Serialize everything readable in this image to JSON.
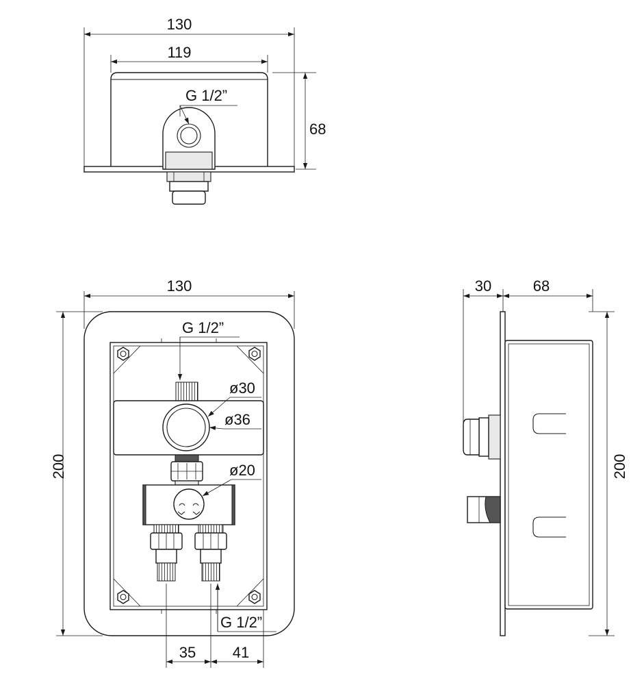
{
  "top_view": {
    "width_outer": "130",
    "width_inner": "119",
    "depth": "68",
    "connection": "G 1/2”"
  },
  "front_view": {
    "width": "130",
    "height": "200",
    "inlet": "G 1/2”",
    "dia_30": "ø30",
    "dia_36": "ø36",
    "dia_20": "ø20",
    "outlet": "G 1/2”",
    "spacing_35": "35",
    "spacing_41": "41"
  },
  "side_view": {
    "projection": "30",
    "depth": "68",
    "height": "200"
  },
  "colors": {
    "line": "#1a1a1a",
    "fill_light": "#e9e9e9",
    "fill_dark": "#555555"
  }
}
